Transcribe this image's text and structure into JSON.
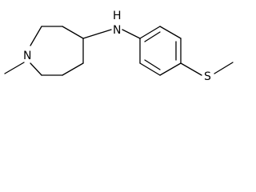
{
  "atoms": {
    "piperidine_nitrogen": "N",
    "amine_nitrogen": "H\nN",
    "sulfur": "S"
  },
  "colors": {
    "bond": "#000000",
    "background": "#ffffff"
  }
}
